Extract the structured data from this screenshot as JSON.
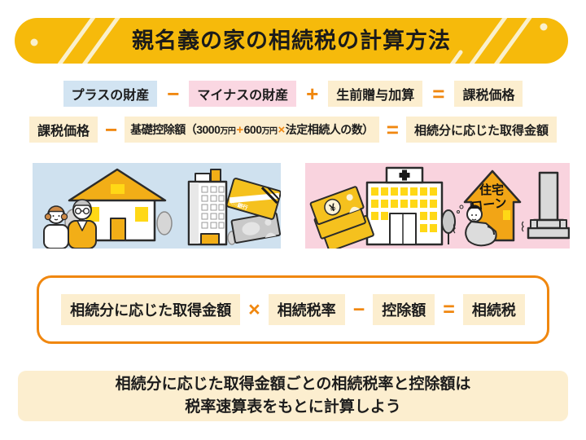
{
  "title": "親名義の家の相続税の計算方法",
  "formula1": {
    "plus_assets": "プラスの財産",
    "minus": "−",
    "minus_assets": "マイナスの財産",
    "plus": "+",
    "gift_addition": "生前贈与加算",
    "equals": "=",
    "taxable_price": "課税価格"
  },
  "formula2": {
    "taxable_price": "課税価格",
    "minus": "−",
    "deduction_prefix": "基礎控除額（3000",
    "unit1": "万円",
    "plus": "+",
    "amount2": "600",
    "unit2": "万円",
    "times": "×",
    "deduction_suffix": "法定相続人の数）",
    "equals": "=",
    "acquired_amount": "相続分に応じた取得金額"
  },
  "formula3": {
    "acquired_amount": "相続分に応じた取得金額",
    "times": "×",
    "tax_rate": "相続税率",
    "minus": "−",
    "deduction": "控除額",
    "equals": "=",
    "inheritance_tax": "相続税"
  },
  "footer": {
    "line1": "相続分に応じた取得金額ごとの相続税率と控除額は",
    "line2": "税率速算表をもとに計算しよう"
  },
  "illustrations": {
    "bank_card_label": "○○銀行",
    "yen_symbol": "¥",
    "loan_line1": "住宅",
    "loan_line2": "ローン",
    "hospital_cross": "+"
  },
  "colors": {
    "banner_yellow": "#f6ba0b",
    "accent_orange": "#f0870f",
    "cream": "#fceecf",
    "light_blue": "#d2e4f2",
    "pink": "#fad7e2",
    "panel_blue": "#cfe1ef",
    "panel_pink": "#f9d3de",
    "illustration_orange": "#f2ae17",
    "window_yellow": "#ffd816",
    "text_dark": "#1c1c1c"
  }
}
